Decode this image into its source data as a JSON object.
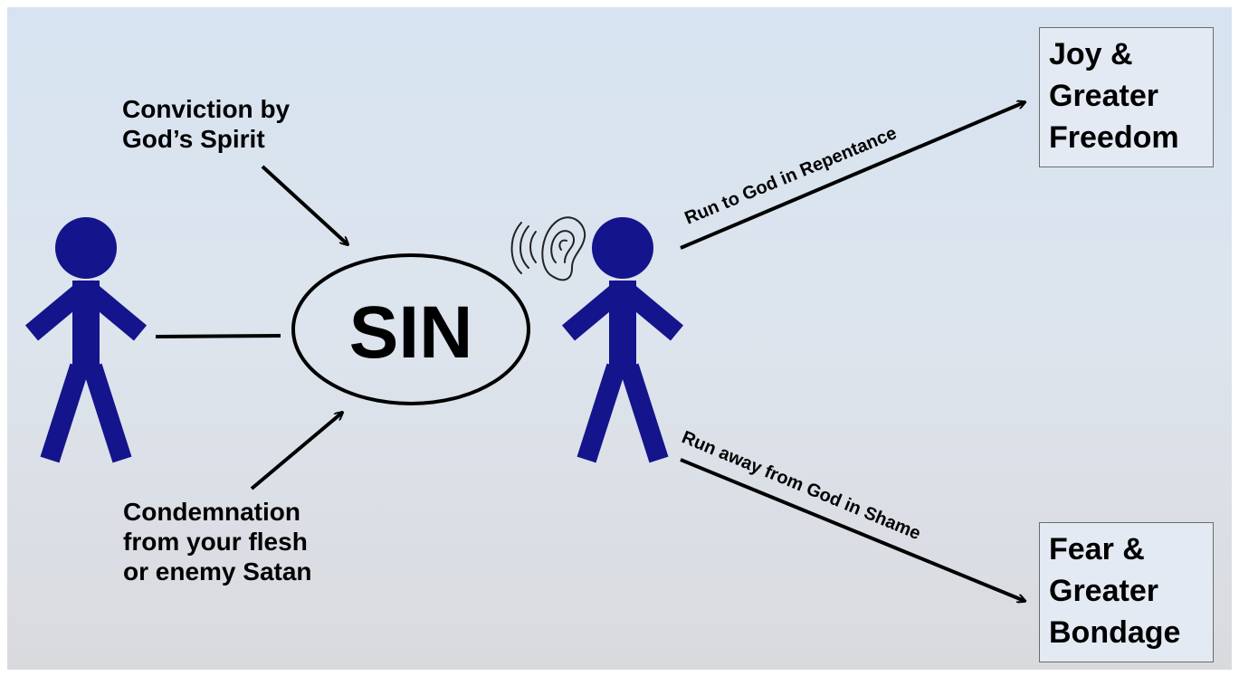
{
  "center": {
    "label": "SIN"
  },
  "arrows": {
    "top_left": [
      "Conviction by",
      "God’s Spirit"
    ],
    "bottom_left": [
      "Condemnation",
      "from your flesh",
      "or enemy Satan"
    ],
    "upper_right": "Run to God in Repentance",
    "lower_right": "Run away from God in Shame"
  },
  "outcomes": {
    "top": [
      "Joy &",
      "Greater",
      "Freedom"
    ],
    "bottom": [
      "Fear &",
      "Greater",
      "Bondage"
    ]
  },
  "colors": {
    "figure": "#14148c",
    "background_top": "#d7e3f1",
    "background_bottom": "#d9dade",
    "text": "#000000"
  },
  "icons": [
    "stick-figure-icon",
    "ear-listening-icon",
    "arrow-icon"
  ]
}
